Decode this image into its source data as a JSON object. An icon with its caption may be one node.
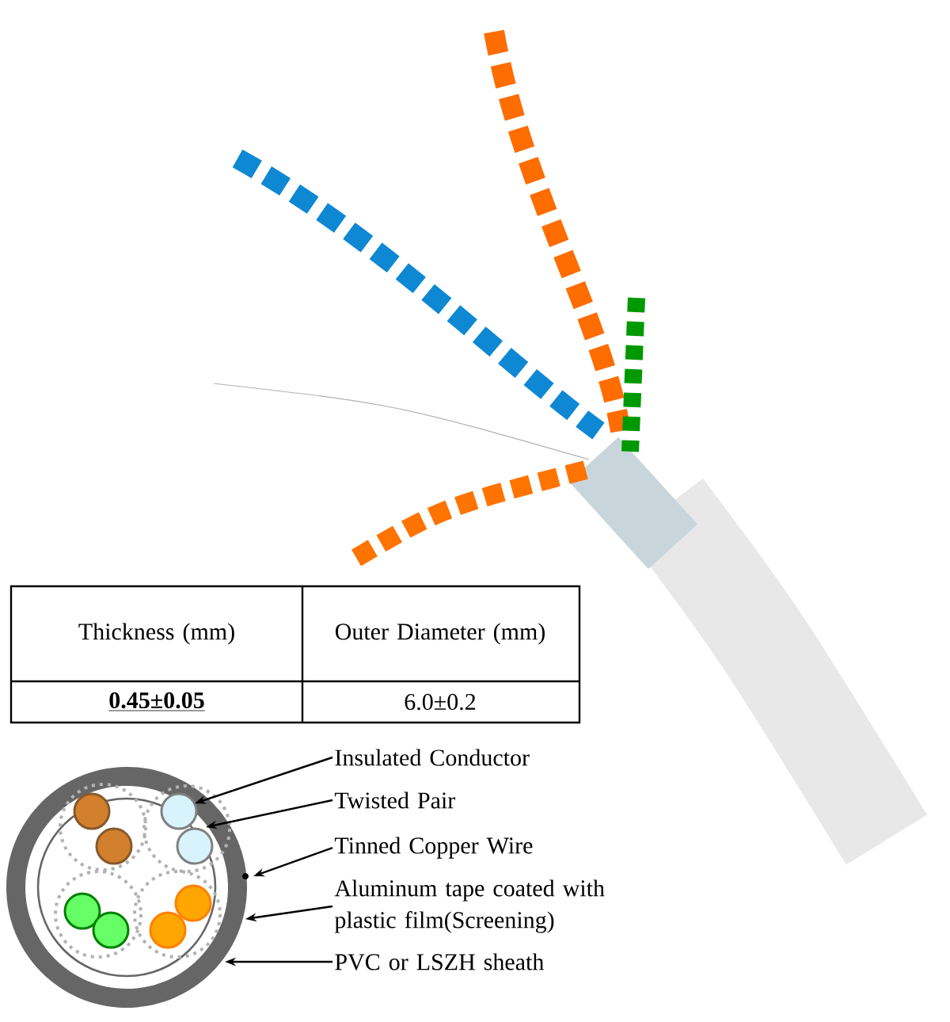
{
  "diagram": {
    "nodes": [
      {
        "text": [
          "Insulated Conductor"
        ]
      },
      {
        "text": [
          "Twisted Pair"
        ]
      },
      {
        "text": [
          "Tinned Copper Wire"
        ]
      },
      {
        "text": [
          "Aluminum tape coated with plastic film(Screening)"
        ]
      },
      {
        "text": [
          "PVC or LSZH sheath"
        ]
      }
    ],
    "edges": [
      {
        "from": 0,
        "to": null,
        "arrow": "to"
      },
      {
        "from": 1,
        "to": null,
        "arrow": "to"
      },
      {
        "from": 2,
        "to": null,
        "arrow": "to"
      },
      {
        "from": 3,
        "to": null,
        "arrow": "to"
      },
      {
        "from": 4,
        "to": null,
        "arrow": "to"
      }
    ],
    "labels": [
      "Thickness (mm)",
      "Outer Diameter (mm)",
      "0.45±0.05",
      "6.0±0.2"
    ]
  }
}
